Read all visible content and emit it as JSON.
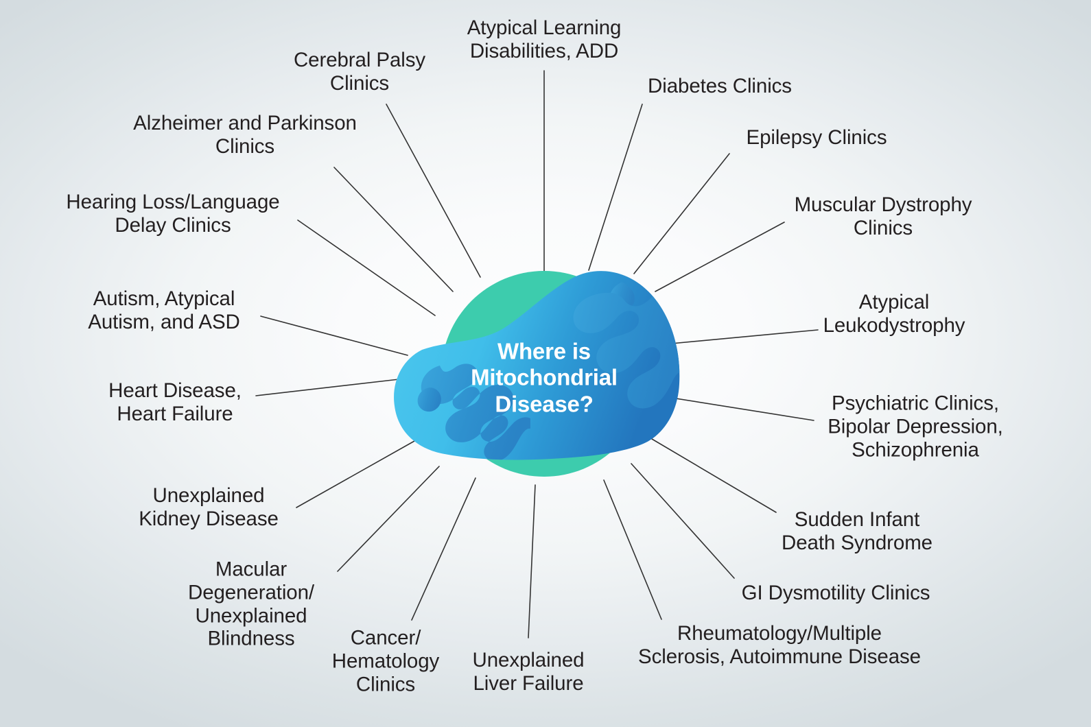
{
  "diagram": {
    "title": "Where is\nMitochondrial\nDisease?",
    "center_graphic": "mitochondrion",
    "colors": {
      "background_center": "#FAFBFC",
      "background_edge": "#D4DCE0",
      "cell_green": "#3DCCAD",
      "cell_blue_light": "#48C3EA",
      "cell_blue_dark": "#2A80C4",
      "cristae": "#2F8FCD",
      "leader_line": "#333333",
      "label_text": "#231F20",
      "title_text": "#FFFFFF"
    },
    "labels": [
      {
        "id": "atypical-learning-disabilities-add",
        "text": "Atypical Learning\nDisabilities, ADD"
      },
      {
        "id": "cerebral-palsy-clinics",
        "text": "Cerebral Palsy\nClinics"
      },
      {
        "id": "alzheimer-and-parkinson-clinics",
        "text": "Alzheimer and Parkinson\nClinics"
      },
      {
        "id": "hearing-loss-language-delay-clinics",
        "text": "Hearing Loss/Language\nDelay Clinics"
      },
      {
        "id": "autism-atypical-autism-and-asd",
        "text": "Autism, Atypical\nAutism, and ASD"
      },
      {
        "id": "heart-disease-heart-failure",
        "text": "Heart Disease,\nHeart Failure"
      },
      {
        "id": "unexplained-kidney-disease",
        "text": "Unexplained\nKidney Disease"
      },
      {
        "id": "macular-degeneration-unexplained-blindness",
        "text": "Macular\nDegeneration/\nUnexplained\nBlindness"
      },
      {
        "id": "cancer-hematology-clinics",
        "text": "Cancer/\nHematology\nClinics"
      },
      {
        "id": "unexplained-liver-failure",
        "text": "Unexplained\nLiver Failure"
      },
      {
        "id": "rheumatology-multiple-sclerosis-autoimmune-disease",
        "text": "Rheumatology/Multiple\nSclerosis, Autoimmune Disease"
      },
      {
        "id": "gi-dysmotility-clinics",
        "text": "GI Dysmotility Clinics"
      },
      {
        "id": "sudden-infant-death-syndrome",
        "text": "Sudden Infant\nDeath Syndrome"
      },
      {
        "id": "psychiatric-clinics-bipolar-depression-schizophrenia",
        "text": "Psychiatric Clinics,\nBipolar Depression,\nSchizophrenia"
      },
      {
        "id": "atypical-leukodystrophy",
        "text": "Atypical\nLeukodystrophy"
      },
      {
        "id": "muscular-dystrophy-clinics",
        "text": "Muscular Dystrophy\nClinics"
      },
      {
        "id": "epilepsy-clinics",
        "text": "Epilepsy Clinics"
      },
      {
        "id": "diabetes-clinics",
        "text": "Diabetes Clinics"
      }
    ]
  }
}
